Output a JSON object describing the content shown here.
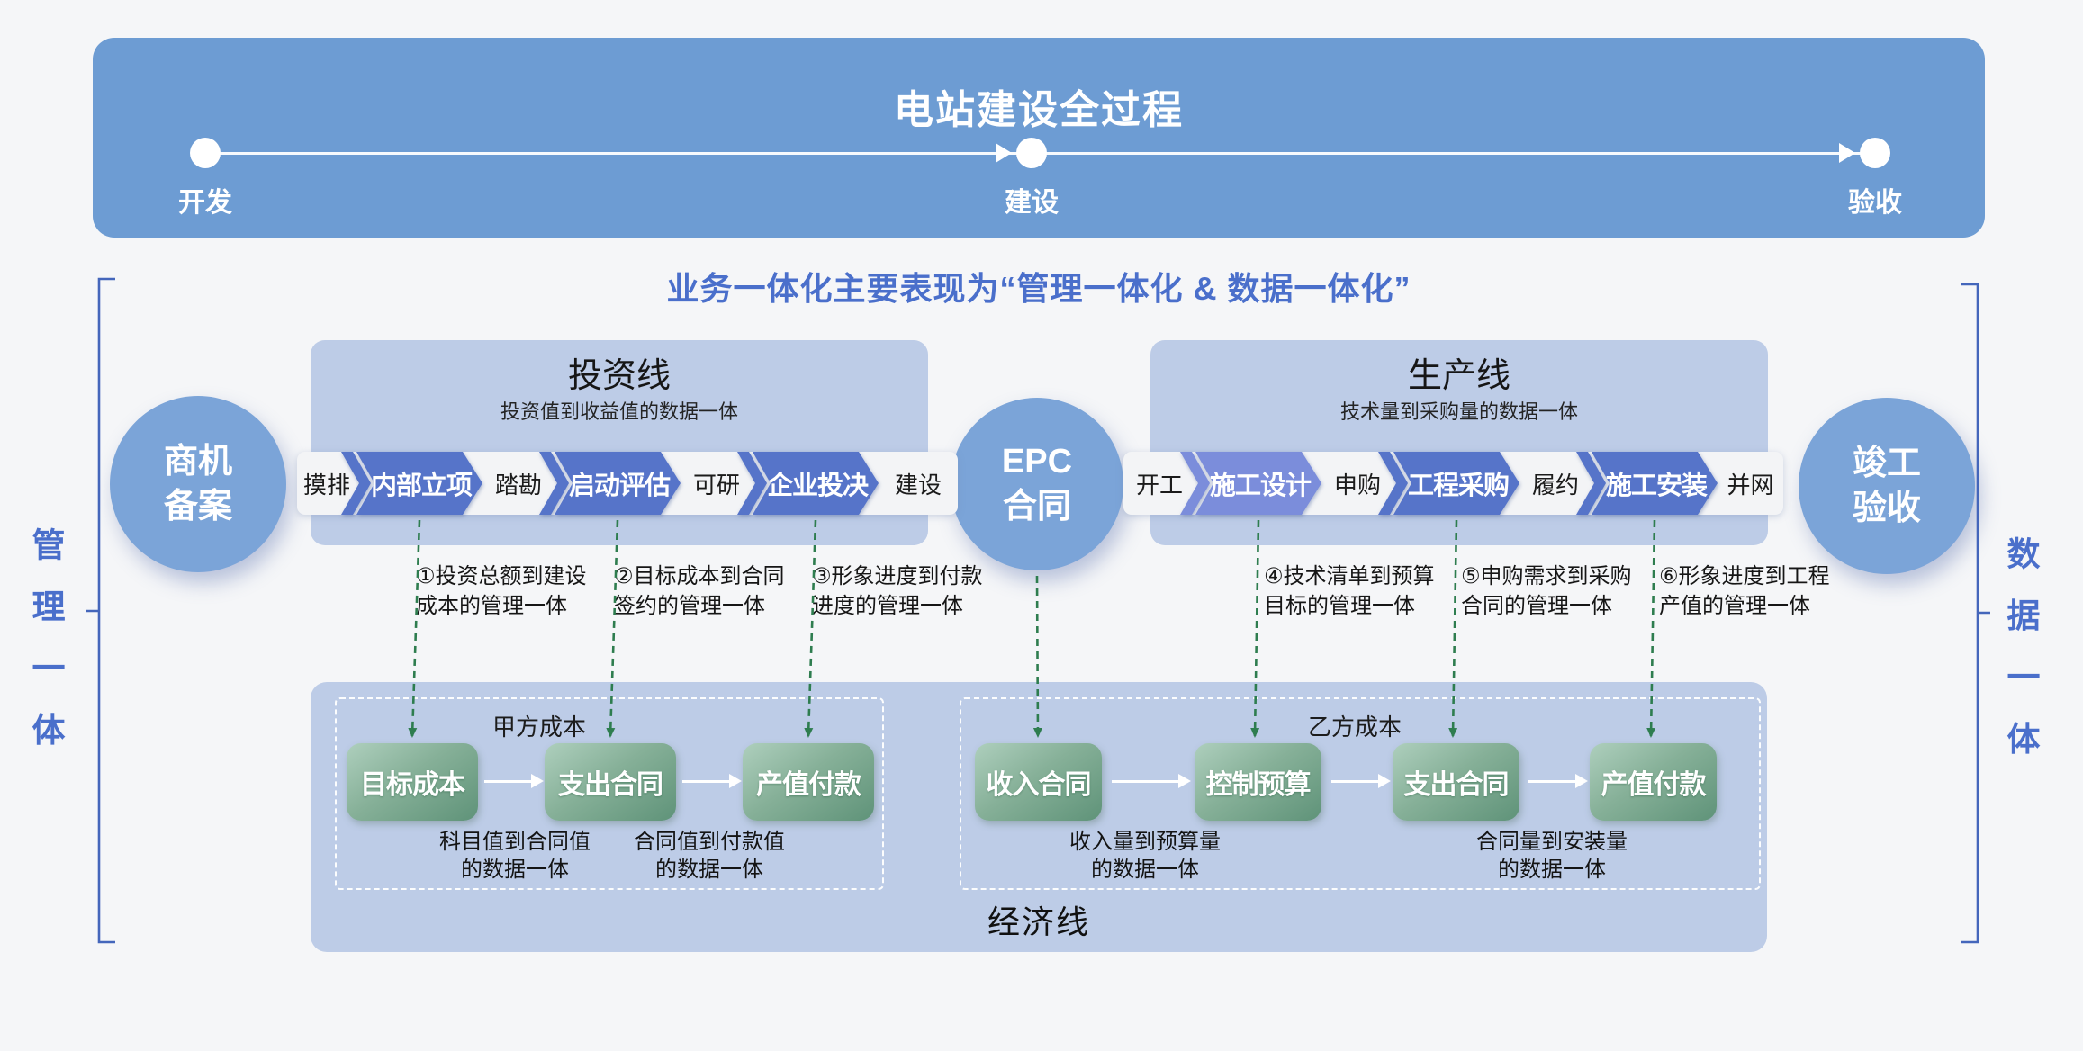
{
  "appearance": {
    "page-bg": "#f5f6f8",
    "banner-blue": "#6d9cd3",
    "panel-blue": "#bdcce7",
    "circle-blue": "#7ba4d8",
    "chevron-blue": "#5674c9",
    "chevron-blue-light": "#7b8ddb",
    "band-bg": "#f3f4f6",
    "accent-text-blue": "#4a6fcb",
    "green-dark": "#2e7d4f",
    "box-green-light": "#aecfbd",
    "box-green-dark": "#5f9379",
    "bracket-blue": "#4466bb"
  },
  "banner": {
    "title": "电站建设全过程",
    "milestones": [
      "开发",
      "建设",
      "验收"
    ]
  },
  "subtitle": "业务一体化主要表现为“管理一体化 & 数据一体化”",
  "side_labels": {
    "left": "管理一体",
    "right": "数据一体"
  },
  "nodes": {
    "start": "商机\n备案",
    "middle": "EPC\n合同",
    "end": "竣工\n验收"
  },
  "investment": {
    "title": "投资线",
    "subtitle": "投资值到收益值的数据一体",
    "steps": [
      {
        "label": "摸排",
        "type": "plain"
      },
      {
        "label": "内部立项",
        "type": "chevron"
      },
      {
        "label": "踏勘",
        "type": "plain"
      },
      {
        "label": "启动评估",
        "type": "chevron"
      },
      {
        "label": "可研",
        "type": "plain"
      },
      {
        "label": "企业投决",
        "type": "chevron"
      },
      {
        "label": "建设",
        "type": "plain"
      }
    ]
  },
  "production": {
    "title": "生产线",
    "subtitle": "技术量到采购量的数据一体",
    "steps": [
      {
        "label": "开工",
        "type": "plain"
      },
      {
        "label": "施工设计",
        "type": "chevron-light"
      },
      {
        "label": "申购",
        "type": "plain"
      },
      {
        "label": "工程采购",
        "type": "chevron"
      },
      {
        "label": "履约",
        "type": "plain"
      },
      {
        "label": "施工安装",
        "type": "chevron"
      },
      {
        "label": "并网",
        "type": "plain"
      }
    ]
  },
  "annotations": [
    "①投资总额到建设\n成本的管理一体",
    "②目标成本到合同\n签约的管理一体",
    "③形象进度到付款\n进度的管理一体",
    "④技术清单到预算\n目标的管理一体",
    "⑤申购需求到采购\n合同的管理一体",
    "⑥形象进度到工程\n产值的管理一体"
  ],
  "economy": {
    "title": "经济线",
    "party_a": {
      "label": "甲方成本",
      "boxes": [
        "目标成本",
        "支出合同",
        "产值付款"
      ],
      "notes": [
        "科目值到合同值\n的数据一体",
        "合同值到付款值\n的数据一体"
      ]
    },
    "party_b": {
      "label": "乙方成本",
      "boxes": [
        "收入合同",
        "控制预算",
        "支出合同",
        "产值付款"
      ],
      "notes": [
        "收入量到预算量\n的数据一体",
        "合同量到安装量\n的数据一体"
      ]
    }
  }
}
